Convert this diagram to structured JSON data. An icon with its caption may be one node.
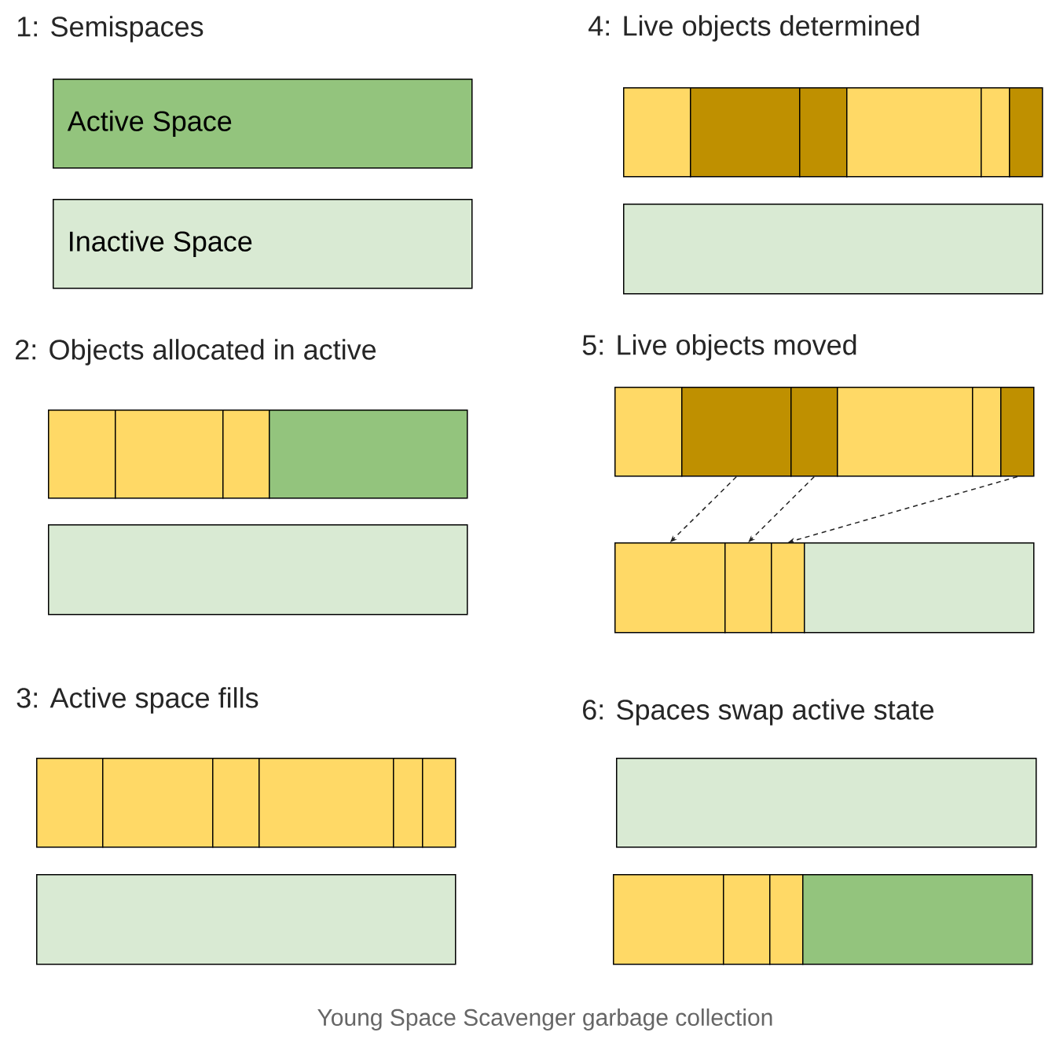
{
  "diagram": {
    "caption": "Young Space Scavenger garbage collection",
    "nodes": [
      {
        "text": [
          "Active Space"
        ]
      },
      {
        "text": [
          "Inactive Space"
        ]
      },
      {
        "text": [],
        "shape": "box"
      },
      {
        "text": [],
        "shape": "box"
      },
      {
        "text": [],
        "shape": "box"
      },
      {
        "text": [],
        "shape": "box"
      },
      {
        "text": [],
        "shape": "box"
      },
      {
        "text": [],
        "shape": "box"
      },
      {
        "text": [],
        "shape": "box"
      },
      {
        "text": [],
        "shape": "box"
      },
      {
        "text": [],
        "shape": "box"
      },
      {
        "text": [],
        "shape": "box"
      },
      {
        "text": [],
        "shape": "box"
      },
      {
        "text": [],
        "shape": "box"
      },
      {
        "text": [],
        "shape": "box"
      },
      {
        "text": [],
        "shape": "box"
      },
      {
        "text": [],
        "shape": "box"
      },
      {
        "text": [],
        "shape": "box"
      },
      {
        "text": [],
        "shape": "box"
      },
      {
        "text": [],
        "shape": "box"
      },
      {
        "text": [],
        "shape": "box"
      },
      {
        "text": [],
        "shape": "box"
      },
      {
        "text": [],
        "shape": "box"
      },
      {
        "text": [],
        "shape": "box"
      },
      {
        "text": [],
        "shape": "box"
      },
      {
        "text": [],
        "shape": "box"
      },
      {
        "text": [],
        "shape": "box"
      },
      {
        "text": [],
        "shape": "box"
      },
      {
        "text": [],
        "shape": "box"
      },
      {
        "text": [],
        "shape": "box"
      },
      {
        "text": [],
        "shape": "box"
      },
      {
        "text": [],
        "shape": "box"
      },
      {
        "text": [],
        "shape": "box"
      },
      {
        "text": [],
        "shape": "box"
      },
      {
        "text": [],
        "shape": "box"
      },
      {
        "text": [],
        "shape": "box"
      }
    ],
    "edges": [
      {
        "from": 22,
        "to": 27,
        "arrow": "to",
        "style": "dashed"
      },
      {
        "from": 23,
        "to": 28,
        "arrow": "to",
        "style": "dashed"
      },
      {
        "from": 26,
        "to": 29,
        "arrow": "to",
        "style": "dashed"
      }
    ],
    "labels": [
      "1: Semispaces",
      "2: Objects allocated in active",
      "3: Active space fills",
      "4: Live objects determined",
      "5: Live objects moved",
      "6: Spaces swap active state"
    ]
  }
}
